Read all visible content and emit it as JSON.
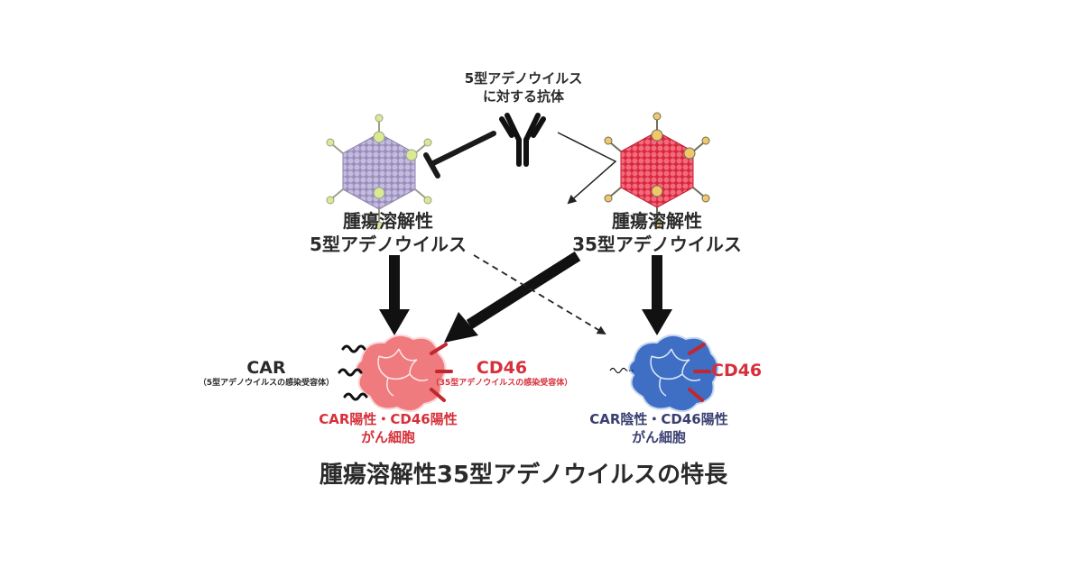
{
  "antibody": {
    "label_line1": "5型アデノウイルス",
    "label_line2": "に対する抗体"
  },
  "virus_ad5": {
    "label_line1": "腫瘍溶解性",
    "label_line2": "5型アデノウイルス",
    "color": "#b3a8cf"
  },
  "virus_ad35": {
    "label_line1": "腫瘍溶解性",
    "label_line2": "35型アデノウイルス",
    "color": "#ec3c52"
  },
  "receptor_car": {
    "label": "CAR",
    "sublabel": "（5型アデノウイルスの感染受容体）"
  },
  "receptor_cd46_left": {
    "label": "CD46",
    "sublabel": "（35型アデノウイルスの感染受容体）"
  },
  "receptor_cd46_right": {
    "label": "CD46"
  },
  "cell_positive": {
    "label_line1": "CAR陽性・CD46陽性",
    "label_line2": "がん細胞",
    "color": "#ef7b7f"
  },
  "cell_negative": {
    "label_line1": "CAR陰性・CD46陽性",
    "label_line2": "がん細胞",
    "color": "#3f6fc4"
  },
  "caption": "腫瘍溶解性35型アデノウイルスの特長"
}
